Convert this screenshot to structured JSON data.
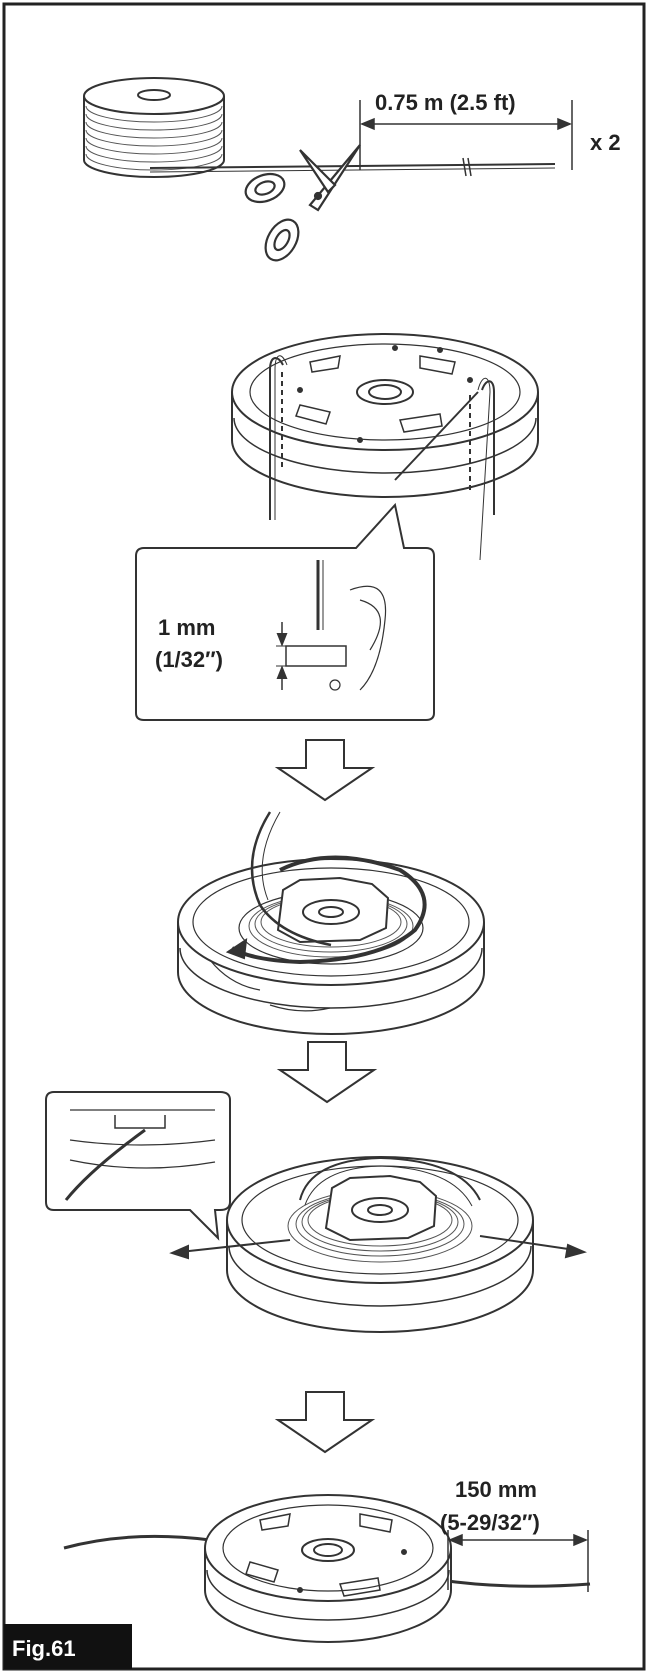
{
  "step1": {
    "length_label": "0.75 m (2.5 ft)",
    "multiplier": "x 2"
  },
  "step2": {
    "gap_label_mm": "1 mm",
    "gap_label_in": "(1/32″)"
  },
  "step5": {
    "protrusion_mm": "150 mm",
    "protrusion_in": "(5-29/32″)"
  },
  "figure": {
    "tag": "Fig.61"
  }
}
